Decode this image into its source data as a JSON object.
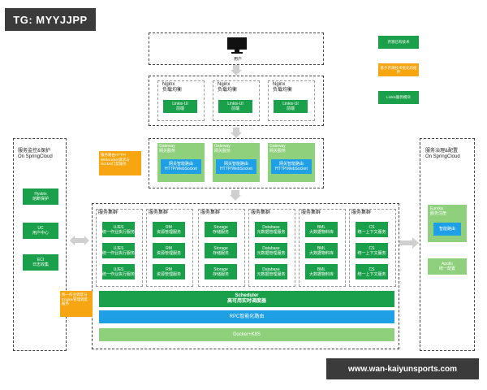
{
  "watermark_top": "TG: MYYJJPP",
  "watermark_bottom": "www.wan-kaiyunsports.com",
  "user": {
    "label": "用户"
  },
  "legend": [
    {
      "label": "开源已有技术",
      "color": "#1aa04a"
    },
    {
      "label": "基于开源技术优化的组件",
      "color": "#f7a511"
    },
    {
      "label": "Linkis服务模块",
      "color": "#1aa04a"
    }
  ],
  "nginx": [
    {
      "title": "Nginx\n负载均衡",
      "box": "Linkis-UI\n前端"
    },
    {
      "title": "Nginx\n负载均衡",
      "box": "Linkis-UI\n前端"
    },
    {
      "title": "Nginx\n负载均衡",
      "box": "Linkis-UI\n前端"
    }
  ],
  "gateway": {
    "note": "服务路由HTTP/\nWebsocket请求与\nSocket门禁服务",
    "items": [
      {
        "title": "Gateway\n网关服务",
        "box": "网关智能路由\nHTTP/WebSocket"
      },
      {
        "title": "Gateway\n网关服务",
        "box": "网关智能路由\nHTTP/WebSocket"
      },
      {
        "title": "Gateway\n网关服务",
        "box": "网关智能路由\nHTTP/WebSocket"
      }
    ]
  },
  "left_panel": {
    "title": "服务监控&保护\nOn SpringCloud",
    "items": [
      "Hystrix\n熔断保护",
      "UC\n用户中心",
      "ECI\n日志收集"
    ]
  },
  "right_panel": {
    "title": "服务治理&配置\nOn SpringCloud",
    "eureka_title": "Eureka\n服务注册",
    "eureka_box": "智能路由",
    "apollo": "Apollo\n统一配置"
  },
  "clusters": [
    {
      "title": "服务集群",
      "items": [
        "UJES\n统一作业执行服务",
        "UJES\n统一作业执行服务",
        "UJES\n统一作业执行服务"
      ]
    },
    {
      "title": "服务集群",
      "items": [
        "RM\n资源管理服务",
        "RM\n资源管理服务",
        "RM\n资源管理服务"
      ]
    },
    {
      "title": "服务集群",
      "items": [
        "Storage\n存储服务",
        "Storage\n存储服务",
        "Storage\n存储服务"
      ]
    },
    {
      "title": "服务集群",
      "items": [
        "Database\n元数据管理服务",
        "Database\n元数据管理服务",
        "Database\n元数据管理服务"
      ]
    },
    {
      "title": "服务集群",
      "items": [
        "BML\n大数据物料库",
        "BML\n大数据物料库",
        "BML\n大数据物料库"
      ]
    },
    {
      "title": "服务集群",
      "items": [
        "CS\n统一上下文服务",
        "CS\n统一上下文服务",
        "CS\n统一上下文服务"
      ]
    }
  ],
  "bottom_note": "统一作业调度与\nEngine管理调度服务",
  "scheduler": "Scheduler\n高可用实时调度器",
  "rpc": "RPC智能化路由",
  "docker": "Docker+K8S"
}
